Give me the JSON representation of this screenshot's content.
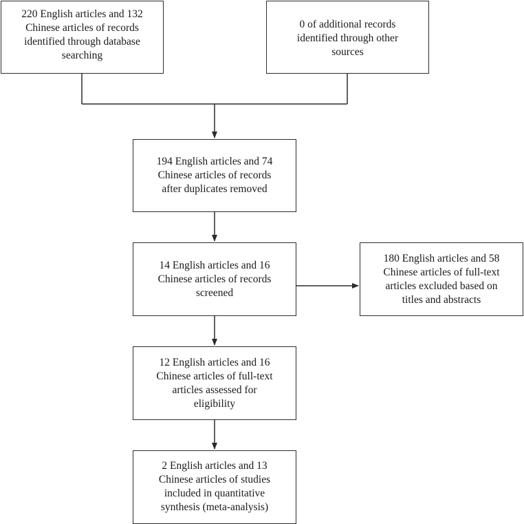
{
  "boxes": {
    "identified_database": "220 English articles and 132\nChinese articles of records\nidentified through database\nsearching",
    "identified_other": "0 of additional records\nidentified through other\nsources",
    "duplicates_removed": "194 English articles and 74\nChinese articles of records\nafter duplicates removed",
    "screened": "14 English articles and 16\nChinese articles of records\nscreened",
    "excluded": "180 English articles and 58\nChinese articles of full-text\narticles excluded based on\ntitles and abstracts",
    "eligibility": "12 English articles and 16\nChinese articles of full-text\narticles assessed for\neligibility",
    "included": "2 English articles and 13\nChinese articles of studies\nincluded in quantitative\nsynthesis (meta-analysis)"
  }
}
